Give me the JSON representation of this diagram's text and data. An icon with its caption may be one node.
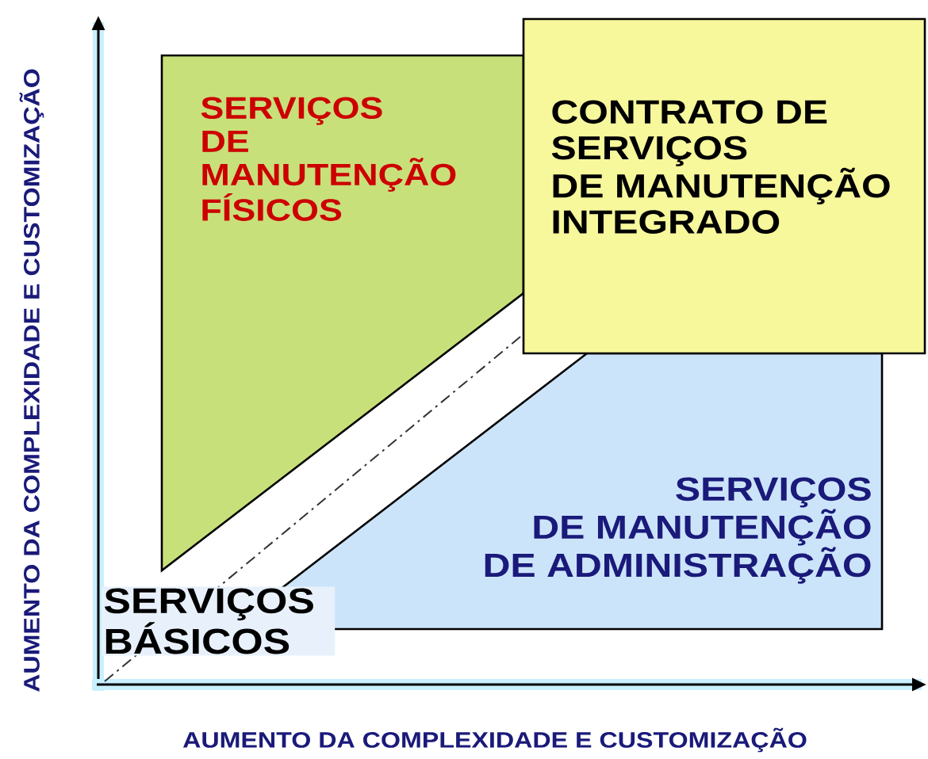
{
  "diagram": {
    "nodes": [
      {
        "text": [
          "SERVIÇOS DE MANUTENÇÃO FÍSICOS"
        ]
      },
      {
        "text": [
          "SERVIÇOS DE MANUTENÇÃO DE ADMINISTRAÇÃO"
        ]
      },
      {
        "text": [
          "CONTRATO DE SERVIÇOS DE MANUTENÇÃO INTEGRADO"
        ]
      },
      {
        "text": [
          "SERVIÇOS BÁSICOS"
        ]
      }
    ],
    "labels": [
      "AUMENTO DA COMPLEXIDADE E CUSTOMIZAÇÃO",
      "AUMENTO DA COMPLEXIDADE E CUSTOMIZAÇÃO"
    ]
  }
}
